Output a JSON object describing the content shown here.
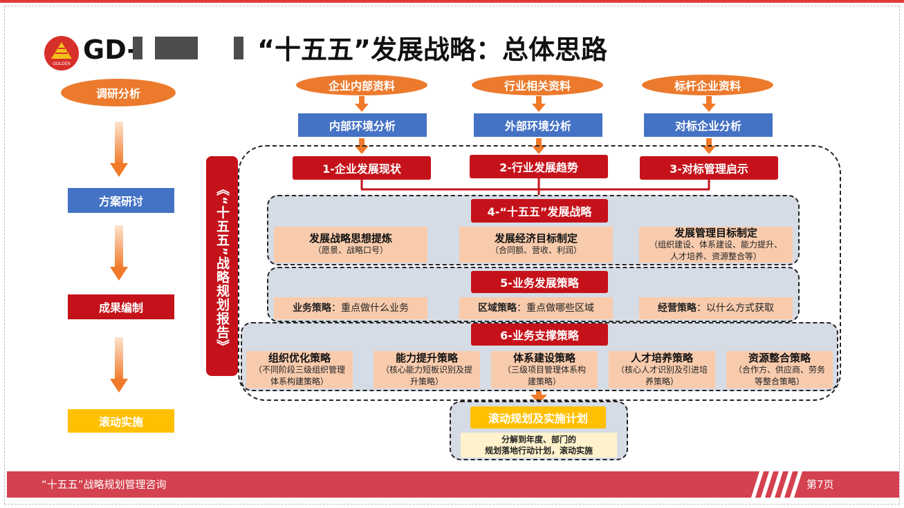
{
  "title": {
    "prefix": "GD-",
    "main": "“十五五”发展战略：总体思路"
  },
  "logo": {
    "text": "GOLDEN"
  },
  "left_flow": {
    "step1": "调研分析",
    "step2": "方案研讨",
    "step3": "成果编制",
    "step4": "滚动实施"
  },
  "sources": [
    "企业内部资料",
    "行业相关资料",
    "标杆企业资料"
  ],
  "analysis": [
    "内部环境分析",
    "外部环境分析",
    "对标企业分析"
  ],
  "stage1": [
    "1-企业发展现状",
    "2-行业发展趋势",
    "3-对标管理启示"
  ],
  "side_label": "《“十五五”战略规划报告》",
  "section4": {
    "label": "4-“十五五”发展战略",
    "items": [
      {
        "title": "发展战略思想提炼",
        "sub": "（愿景、战略口号）"
      },
      {
        "title": "发展经济目标制定",
        "sub": "（合同额、营收、利润）"
      },
      {
        "title": "发展管理目标制定",
        "sub": "（组织建设、体系建设、能力提升、人才培养、资源整合等）"
      }
    ]
  },
  "section5": {
    "label": "5-业务发展策略",
    "items": [
      {
        "head": "业务策略",
        "text": "：重点做什么业务"
      },
      {
        "head": "区域策略",
        "text": "：重点做哪些区域"
      },
      {
        "head": "经营策略",
        "text": "：以什么方式获取"
      }
    ]
  },
  "section6": {
    "label": "6-业务支撑策略",
    "items": [
      {
        "title": "组织优化策略",
        "sub": "（不同阶段三级组织管理体系构建策略）"
      },
      {
        "title": "能力提升策略",
        "sub": "（核心能力短板识别及提升策略）"
      },
      {
        "title": "体系建设策略",
        "sub": "（三级项目管理体系构建策略）"
      },
      {
        "title": "人才培养策略",
        "sub": "（核心人才识别及引进培养策略）"
      },
      {
        "title": "资源整合策略",
        "sub": "（合作方、供应商、劳务等整合策略）"
      }
    ]
  },
  "rolling": {
    "label": "滚动规划及实施计划",
    "line1": "分解到年度、部门的",
    "line2": "规划落地行动计划，滚动实施"
  },
  "footer": {
    "text": "“十五五”战略规划管理咨询",
    "page": "第7页"
  },
  "colors": {
    "red": "#c5121a",
    "orange": "#ec7a2d",
    "blue": "#4472c4",
    "yellow": "#ffc000",
    "peach": "#f8cbad",
    "footer": "#d4414f"
  }
}
